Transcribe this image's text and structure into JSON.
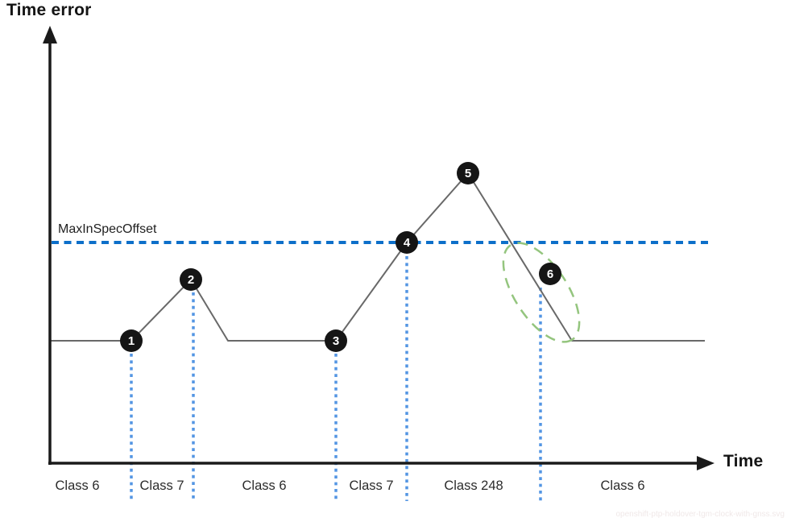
{
  "diagram": {
    "y_axis_title": "Time error",
    "x_axis_title": "Time",
    "threshold_label": "MaxInSpecOffset",
    "points": [
      "1",
      "2",
      "3",
      "4",
      "5",
      "6"
    ],
    "class_labels": [
      "Class 6",
      "Class 7",
      "Class 6",
      "Class 7",
      "Class 248",
      "Class 6"
    ],
    "watermark": "openshift-ptp-holdover-tgm-clock-with-gnss.svg",
    "colors": {
      "axis_black": "#1a1a1a",
      "threshold_blue": "#0d6fc9",
      "guide_blue": "#5395e3",
      "curve_gray": "#696969",
      "marker_black": "#151515",
      "highlight_green": "#94c57e"
    }
  }
}
